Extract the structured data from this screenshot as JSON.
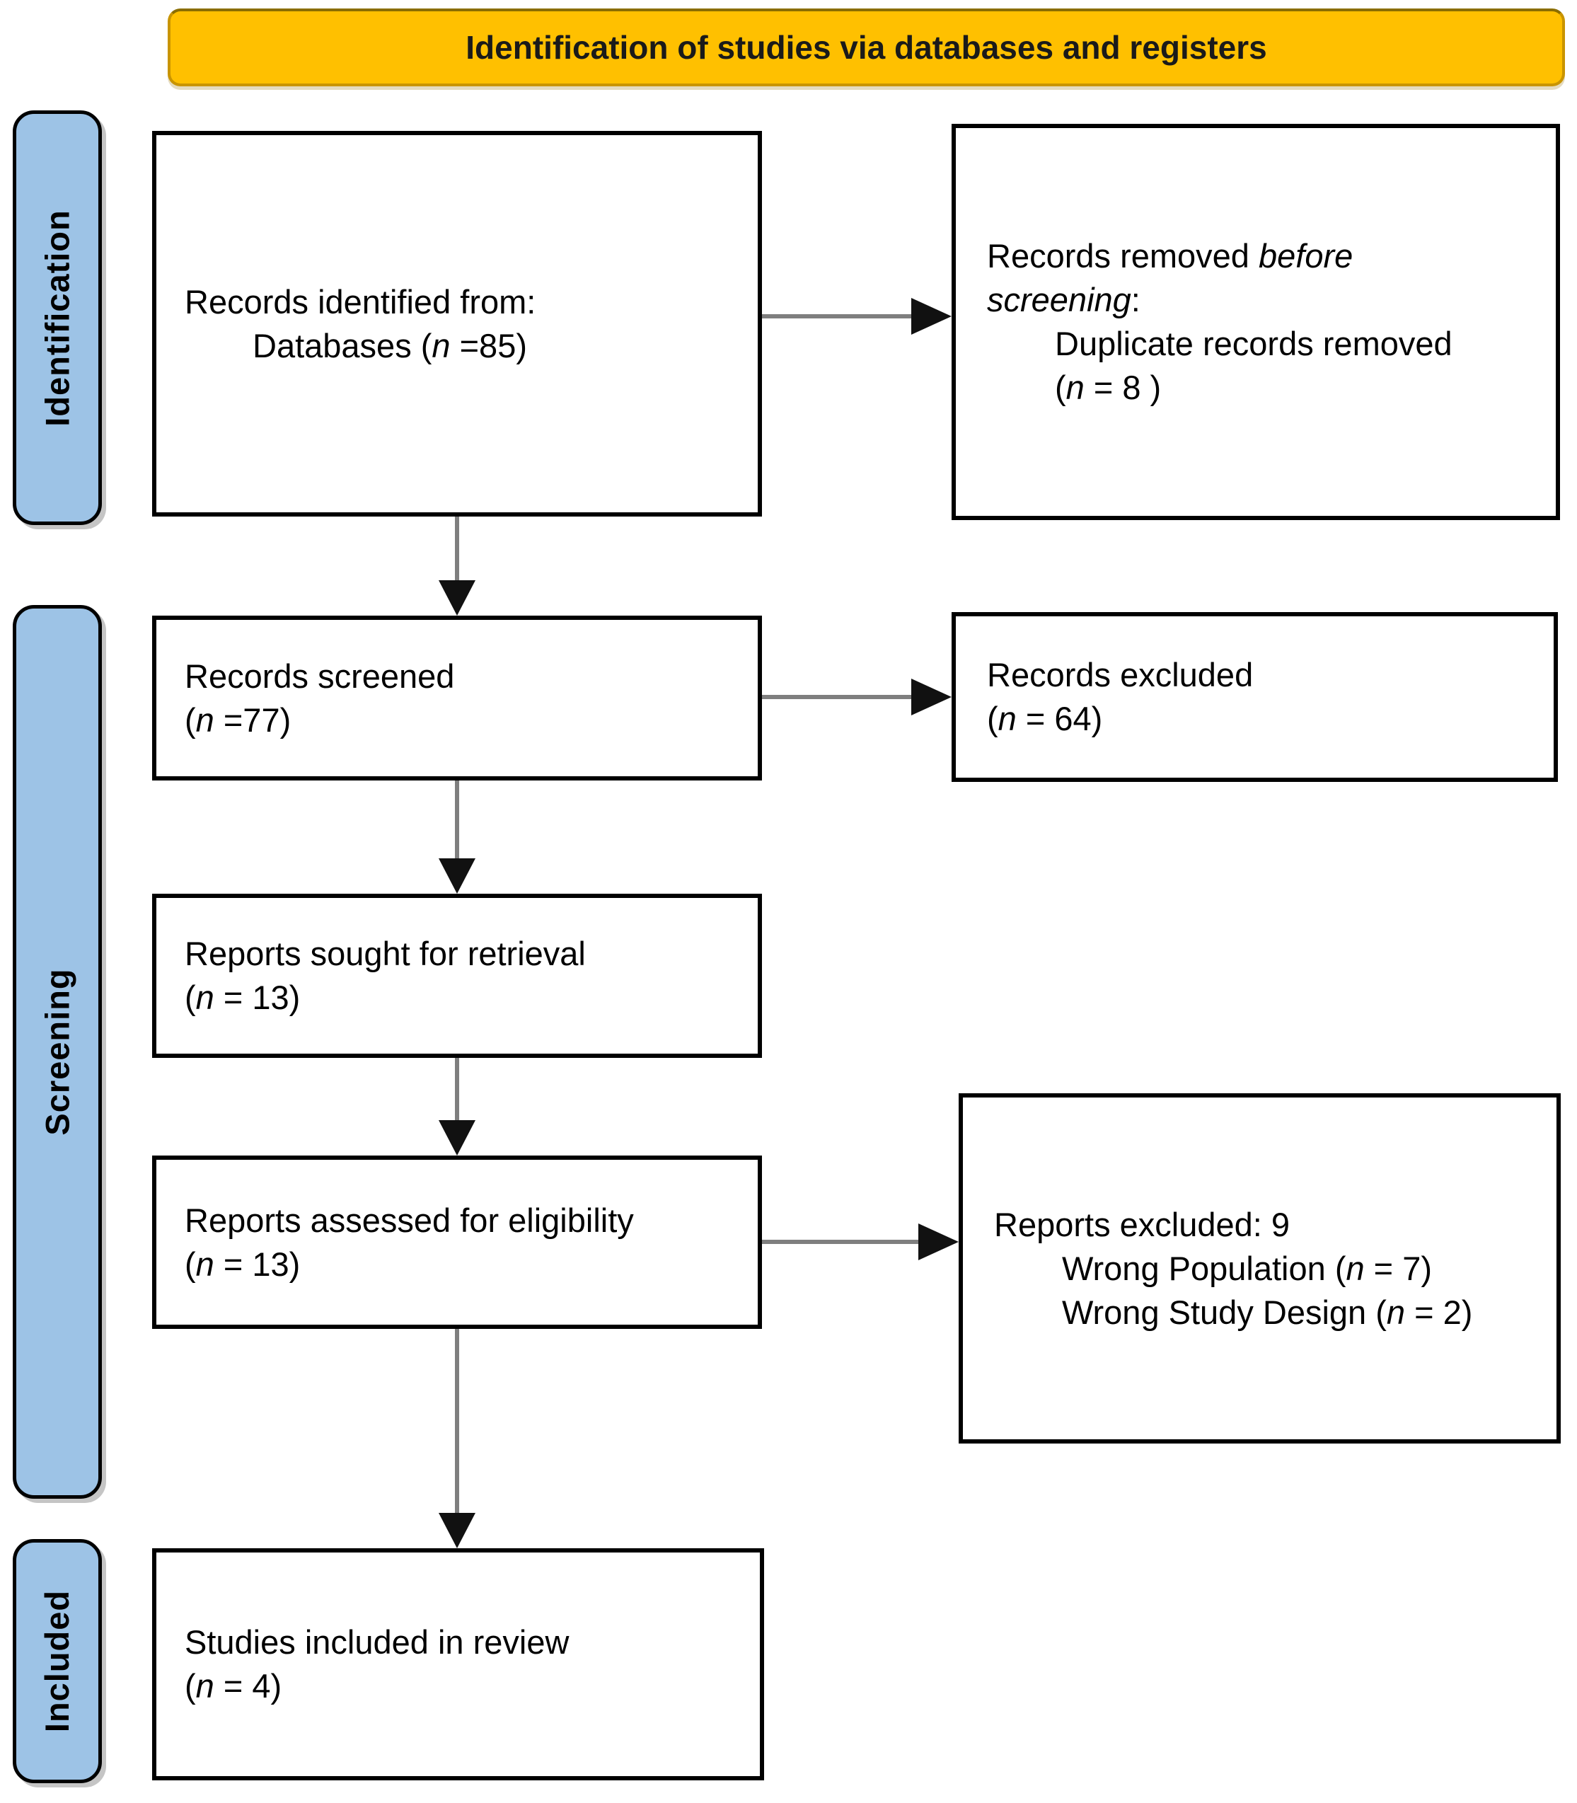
{
  "banner": {
    "title": "Identification of studies via databases and registers"
  },
  "stages": {
    "identification": "Identification",
    "screening": "Screening",
    "included": "Included"
  },
  "colors": {
    "banner_fill": "#FFC000",
    "banner_border": "#C99400",
    "banner_border_top": "#8A6D00",
    "stage_fill": "#9DC3E6",
    "stage_border": "#000000",
    "box_border": "#000000",
    "text": "#000000",
    "arrow_line": "#7F7F7F",
    "arrow_head": "#111111"
  },
  "boxes": {
    "records_identified": {
      "line1": "Records identified from:",
      "line2": {
        "pre": "Databases (",
        "n": "n",
        "post": " =85)"
      }
    },
    "records_removed": {
      "line1": {
        "pre": "Records removed ",
        "italic": "before"
      },
      "line2": {
        "italic": "screening",
        "post": ":"
      },
      "line3": "Duplicate records removed",
      "line4": {
        "pre": "(",
        "n": "n",
        "post": " = 8 )"
      }
    },
    "records_screened": {
      "line1": "Records screened",
      "line2": {
        "pre": "(",
        "n": "n",
        "post": " =77)"
      }
    },
    "records_excluded": {
      "line1": "Records excluded",
      "line2": {
        "pre": "(",
        "n": "n",
        "post": " = 64)"
      }
    },
    "reports_sought": {
      "line1": "Reports sought for retrieval",
      "line2": {
        "pre": "(",
        "n": "n",
        "post": " = 13)"
      }
    },
    "reports_assessed": {
      "line1": "Reports assessed for eligibility",
      "line2": {
        "pre": "(",
        "n": "n",
        "post": " = 13)"
      }
    },
    "reports_excluded": {
      "line1": "Reports excluded: 9",
      "line2": {
        "pre": "Wrong Population (",
        "n": "n",
        "post": " = 7)"
      },
      "line3": {
        "pre": "Wrong Study Design (",
        "n": "n",
        "post": " = 2)"
      }
    },
    "studies_included": {
      "line1": "Studies included in review",
      "line2": {
        "pre": "(",
        "n": "n",
        "post": " = 4)"
      }
    }
  }
}
